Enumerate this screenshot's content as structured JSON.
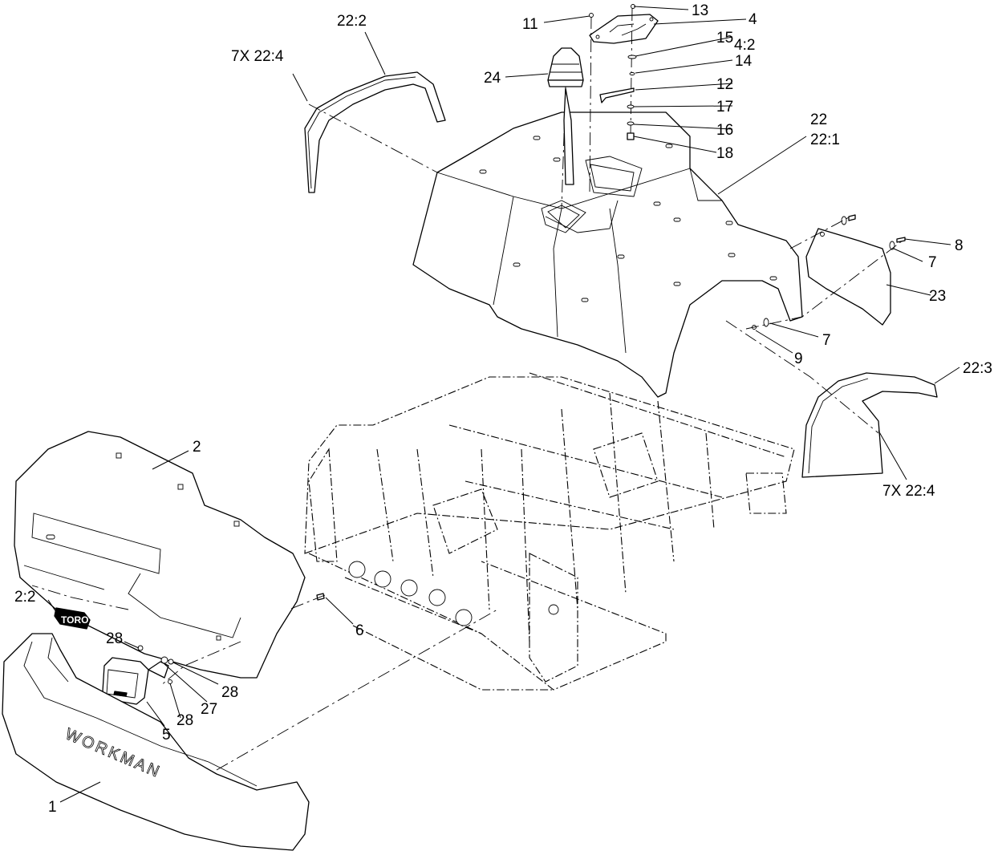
{
  "callouts": {
    "c_13": "13",
    "c_11": "11",
    "c_4": "4",
    "c_4_2": "4:2",
    "c_15": "15",
    "c_14": "14",
    "c_24": "24",
    "c_12": "12",
    "c_17": "17",
    "c_16": "16",
    "c_18": "18",
    "c_22": "22",
    "c_22_1": "22:1",
    "c_22_2": "22:2",
    "c_7x_22_4_top": "7X 22:4",
    "c_8": "8",
    "c_7_a": "7",
    "c_23": "23",
    "c_7_b": "7",
    "c_9": "9",
    "c_22_3": "22:3",
    "c_7x_22_4_right": "7X 22:4",
    "c_2": "2",
    "c_2_2": "2:2",
    "c_6": "6",
    "c_28_a": "28",
    "c_28_b": "28",
    "c_27": "27",
    "c_28_c": "28",
    "c_5": "5",
    "c_1": "1"
  },
  "embossed": {
    "bumper_text": "WORKMAN",
    "badge_text": "TORO"
  }
}
